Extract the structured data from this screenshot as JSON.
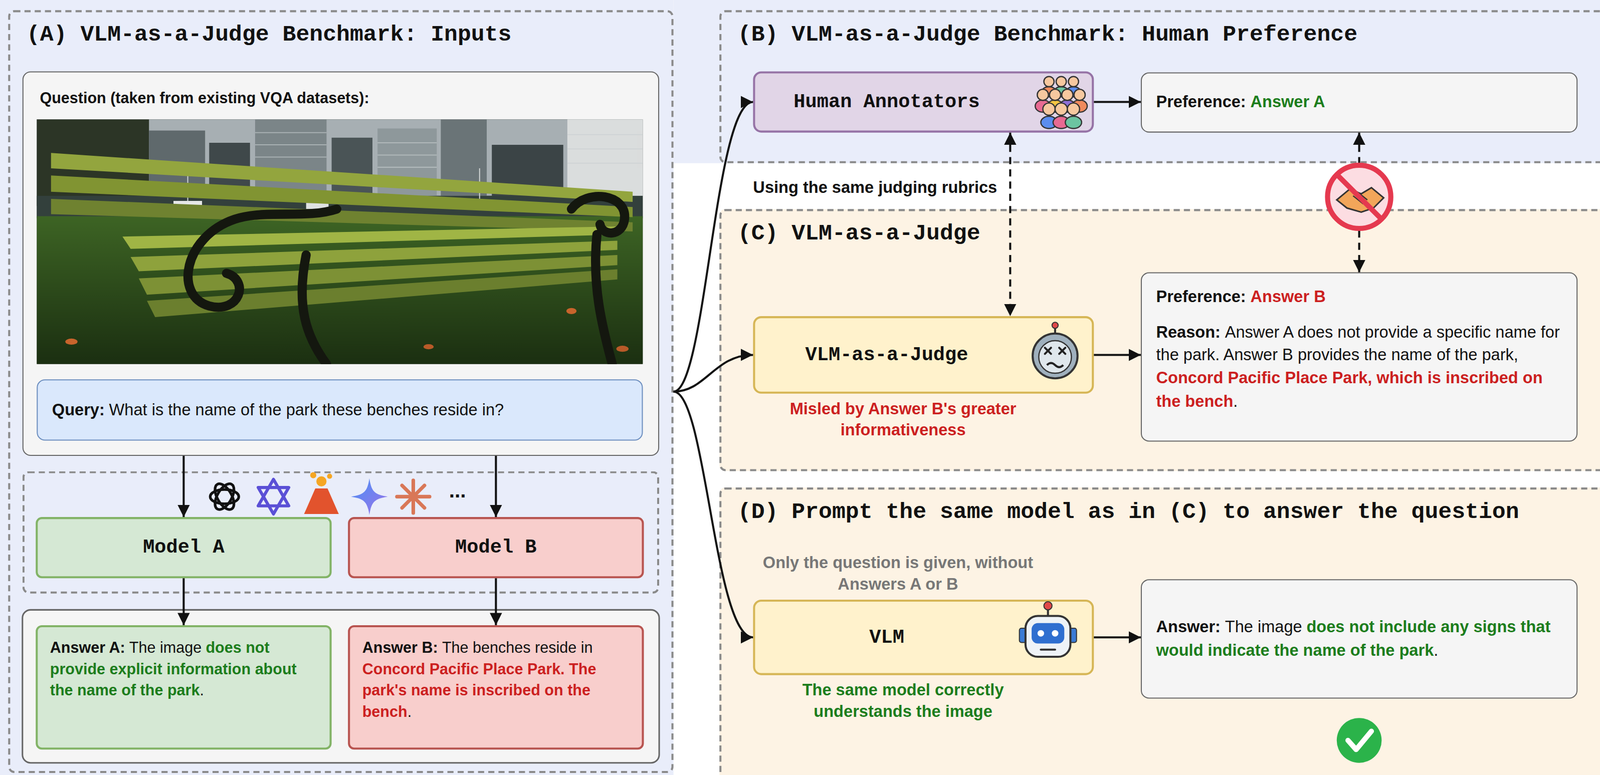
{
  "diagram": {
    "nodes": [
      {
        "text": [
          "(A) VLM-as-a-Judge Benchmark: Inputs"
        ]
      },
      {
        "text": [
          "Question (taken from existing VQA datasets):"
        ],
        "in": 0
      },
      {
        "text": [
          "Query:",
          "What is the name of the park these benches reside in?"
        ],
        "in": 1
      },
      {
        "text": [
          "..."
        ],
        "in": 0
      },
      {
        "text": [
          "Model A"
        ],
        "in": 3
      },
      {
        "text": [
          "Model B"
        ],
        "in": 3
      },
      {
        "text": [
          "Answer A:",
          "The image",
          "does not provide explicit information about the name of the park",
          "."
        ],
        "in": 0
      },
      {
        "text": [
          "Answer B:",
          "The benches reside in",
          "Concord Pacific Place Park. The park's name is inscribed on the bench",
          "."
        ],
        "in": 0
      },
      {
        "text": [
          "(B) VLM-as-a-Judge Benchmark: Human Preference"
        ]
      },
      {
        "text": [
          "Human Annotators"
        ],
        "in": 8
      },
      {
        "text": [
          "Preference:",
          "Answer A"
        ],
        "in": 8
      },
      {
        "text": [
          "(C) VLM-as-a-Judge"
        ]
      },
      {
        "text": [
          "VLM-as-a-Judge"
        ],
        "in": 11
      },
      {
        "text": [
          "Preference:",
          "Answer B",
          "Reason:",
          "Answer A does not provide a specific name for the park. Answer B provides the name of the park,",
          "Concord Pacific Place Park, which is inscribed on the bench",
          "."
        ],
        "in": 11
      },
      {
        "text": [
          "(D) Prompt the same model as in (C) to answer the question"
        ]
      },
      {
        "text": [
          "VLM"
        ],
        "in": 14
      },
      {
        "text": [
          "Answer:",
          "The image",
          "does not include any signs that would indicate the name of the park",
          "."
        ],
        "in": 14
      }
    ],
    "edges": [
      {
        "from": 1,
        "to": 4,
        "arrow": "to"
      },
      {
        "from": 1,
        "to": 5,
        "arrow": "to"
      },
      {
        "from": 4,
        "to": 6,
        "arrow": "to"
      },
      {
        "from": 5,
        "to": 7,
        "arrow": "to"
      },
      {
        "from": 0,
        "to": 9,
        "arrow": "to"
      },
      {
        "from": 0,
        "to": 12,
        "arrow": "to"
      },
      {
        "from": 0,
        "to": 15,
        "arrow": "to"
      },
      {
        "from": 9,
        "to": 10,
        "arrow": "to"
      },
      {
        "from": 12,
        "to": 13,
        "arrow": "to"
      },
      {
        "from": 15,
        "to": 16,
        "arrow": "to"
      },
      {
        "from": 9,
        "to": 12,
        "arrow": "both",
        "label": "Using the same judging rubrics"
      },
      {
        "from": 10,
        "to": 13,
        "arrow": "both"
      }
    ],
    "labels": [
      "Misled by Answer B's greater informativeness",
      "Only the question is given, without Answers A or B",
      "The same model correctly understands the image"
    ]
  }
}
